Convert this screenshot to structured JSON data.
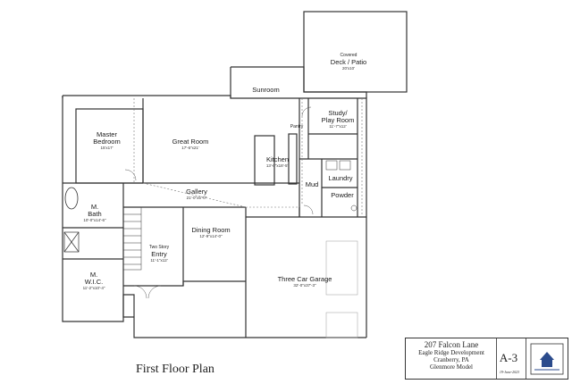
{
  "plan": {
    "title": "First Floor Plan",
    "rooms": {
      "covered_deck": {
        "name_line1": "Covered",
        "name_line2": "Deck /  Patio",
        "dim": "20'x10'"
      },
      "sunroom": {
        "name": "Sunroom"
      },
      "master_bedroom": {
        "name_line1": "Master",
        "name_line2": "Bedroom",
        "dim": "15'x17'"
      },
      "great_room": {
        "name": "Great Room",
        "dim": "17'-6\"x21'"
      },
      "kitchen": {
        "name": "Kitchen",
        "dim": "13'-0\"x18'-5\""
      },
      "pantry": {
        "name": "Pantry"
      },
      "study": {
        "name_line1": "Study/",
        "name_line2": "Play Room",
        "dim": "11'-7\"x12'"
      },
      "laundry": {
        "name": "Laundry"
      },
      "mud": {
        "name": "Mud"
      },
      "powder": {
        "name": "Powder"
      },
      "gallery": {
        "name": "Gallery",
        "dim": "21'-0\"x5'-0\""
      },
      "m_bath": {
        "name_line1": "M.",
        "name_line2": "Bath",
        "dim": "10'-0\"x14'-6\""
      },
      "dining_room": {
        "name": "Dining Room",
        "dim": "12'-9\"x14'-0\""
      },
      "entry": {
        "name_line1": "Two Story",
        "name_line2": "Entry",
        "dim": "11'-1\"x12'"
      },
      "m_wic": {
        "name_line1": "M.",
        "name_line2": "W.I.C.",
        "dim": "11'-2\"x10'-4\""
      },
      "garage": {
        "name": "Three Car Garage",
        "dim": "32'-0\"x37'-3\""
      }
    }
  },
  "title_block": {
    "address": "207 Falcon Lane",
    "development": "Eagle Ridge Development",
    "city": "Cranberry, PA",
    "model": "Glenmore Model",
    "sheet": "A-3",
    "date": "19-June-2023",
    "logo_icon": "builder-logo-icon"
  }
}
